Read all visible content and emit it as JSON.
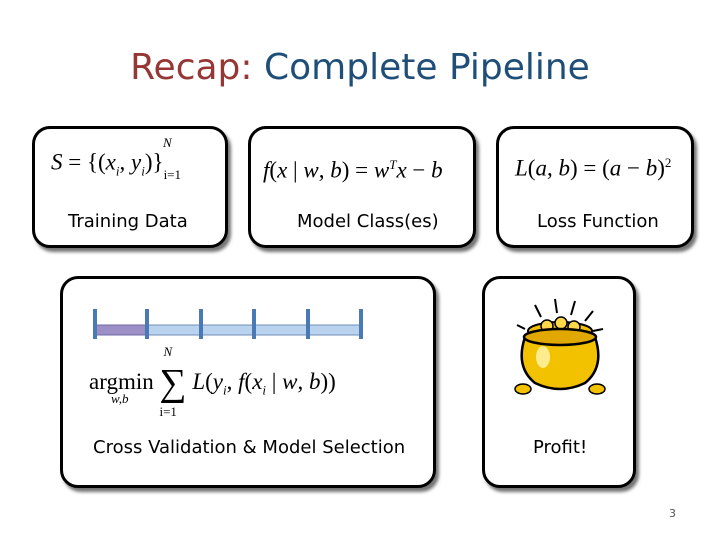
{
  "title": {
    "recap": "Recap:",
    "rest": "Complete Pipeline"
  },
  "boxes": {
    "training": {
      "label": "Training Data"
    },
    "model": {
      "label": "Model Class(es)"
    },
    "loss": {
      "label": "Loss Function"
    },
    "cv": {
      "label": "Cross Validation & Model Selection"
    },
    "profit": {
      "label": "Profit!"
    }
  },
  "colors": {
    "title_recap": "#953735",
    "title_main": "#1f4e79",
    "fold_bar": "#b9d3ee",
    "fold_highlight": "#9c8fc6",
    "fold_tick": "#4a7ab5",
    "gold": "#f2c200"
  },
  "slide_number": "3"
}
